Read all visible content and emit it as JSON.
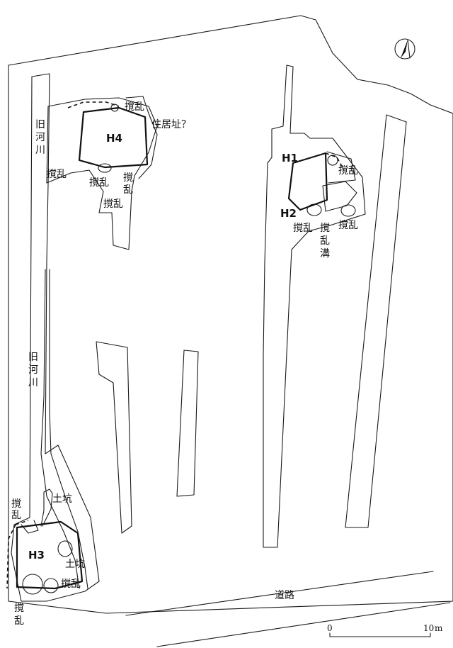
{
  "labels": {
    "h1": "H1",
    "h2": "H2",
    "h3": "H3",
    "h4": "H4",
    "disturbance": "撹乱",
    "disturbance_vert_1": "撹",
    "disturbance_vert_2": "乱",
    "disturbance_ditch_1": "撹",
    "disturbance_ditch_2": "乱",
    "disturbance_ditch_3": "溝",
    "old_river_1": "旧",
    "old_river_2": "河",
    "old_river_3": "川",
    "possible_dwelling": "住居址？",
    "pit": "土坑",
    "road": "道路"
  },
  "scale_bar": {
    "start_label": "0",
    "end_label": "10",
    "unit": "m"
  },
  "north_arrow": {
    "icon": "north-arrow-icon"
  },
  "colors": {
    "ink": "#111111",
    "paper": "#ffffff"
  }
}
